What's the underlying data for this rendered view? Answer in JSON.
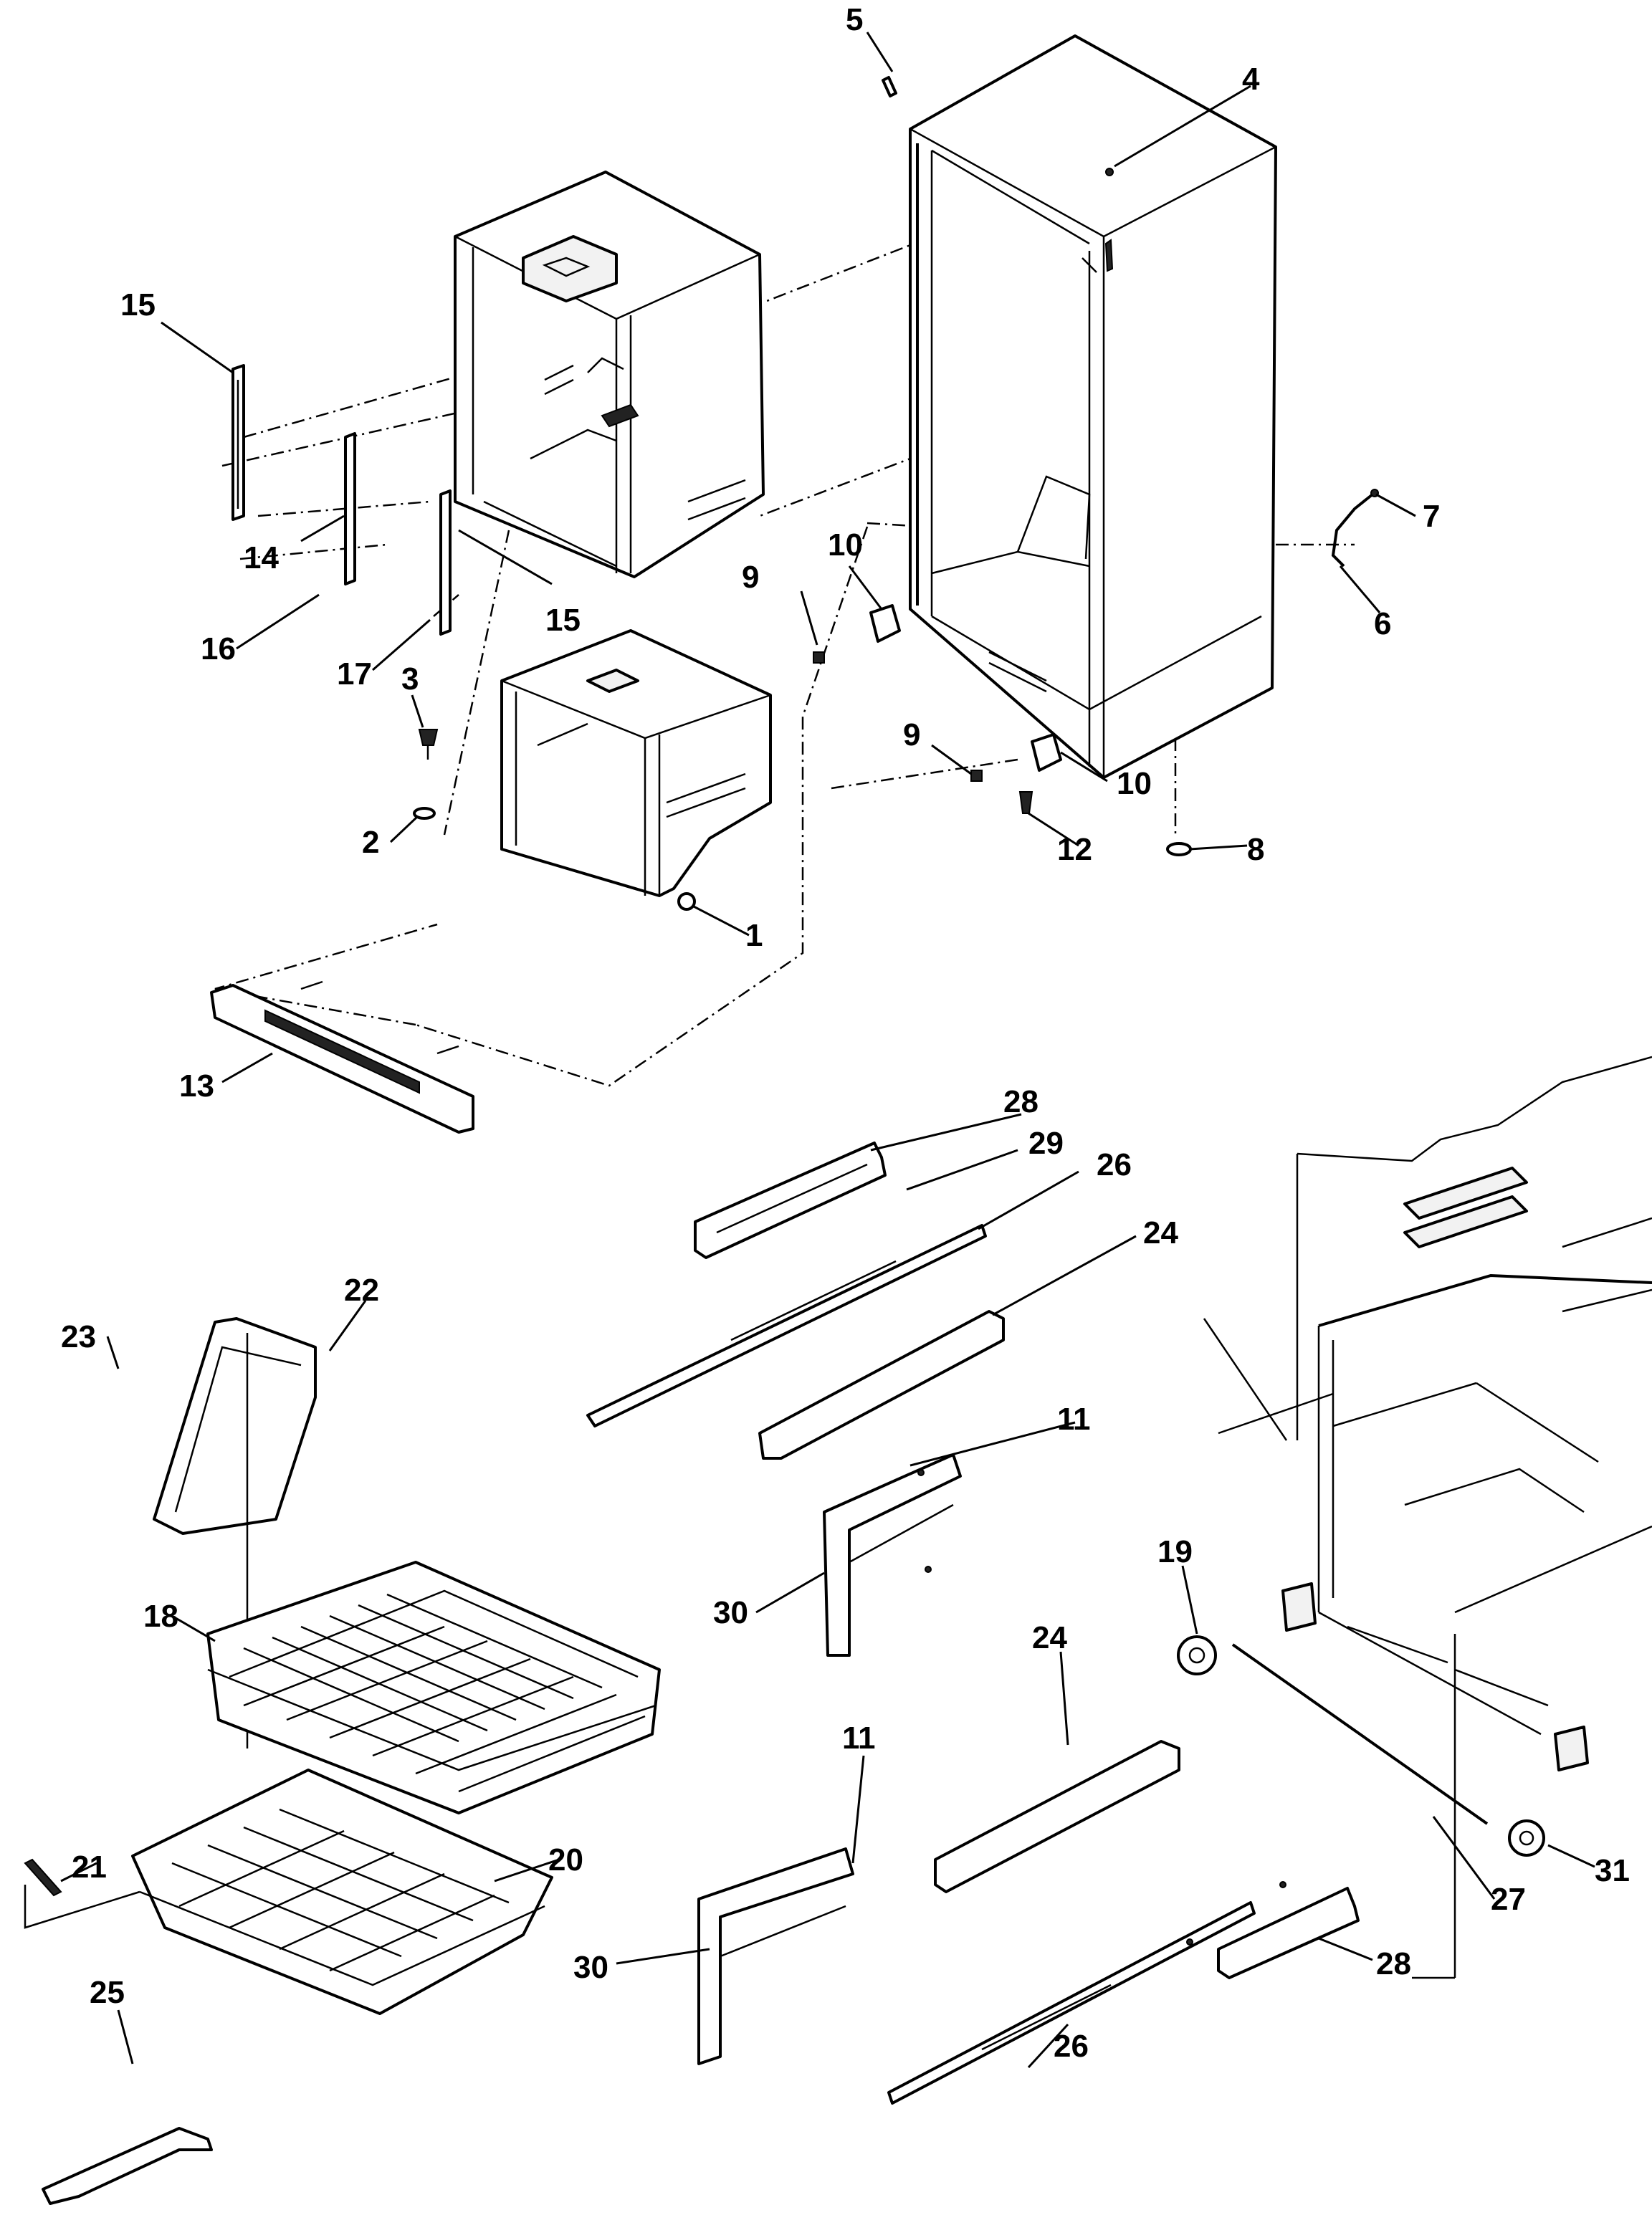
{
  "diagram": {
    "callouts": [
      {
        "id": "c5",
        "label": "5"
      },
      {
        "id": "c4",
        "label": "4"
      },
      {
        "id": "c15a",
        "label": "15"
      },
      {
        "id": "c14",
        "label": "14"
      },
      {
        "id": "c15b",
        "label": "15"
      },
      {
        "id": "c16",
        "label": "16"
      },
      {
        "id": "c17",
        "label": "17"
      },
      {
        "id": "c3",
        "label": "3"
      },
      {
        "id": "c2",
        "label": "2"
      },
      {
        "id": "c1",
        "label": "1"
      },
      {
        "id": "c9a",
        "label": "9"
      },
      {
        "id": "c10a",
        "label": "10"
      },
      {
        "id": "c9b",
        "label": "9"
      },
      {
        "id": "c10b",
        "label": "10"
      },
      {
        "id": "c12",
        "label": "12"
      },
      {
        "id": "c8",
        "label": "8"
      },
      {
        "id": "c7",
        "label": "7"
      },
      {
        "id": "c6",
        "label": "6"
      },
      {
        "id": "c13",
        "label": "13"
      },
      {
        "id": "c28a",
        "label": "28"
      },
      {
        "id": "c29",
        "label": "29"
      },
      {
        "id": "c26a",
        "label": "26"
      },
      {
        "id": "c24a",
        "label": "24"
      },
      {
        "id": "c11a",
        "label": "11"
      },
      {
        "id": "c30a",
        "label": "30"
      },
      {
        "id": "c23",
        "label": "23"
      },
      {
        "id": "c22",
        "label": "22"
      },
      {
        "id": "c18",
        "label": "18"
      },
      {
        "id": "c19",
        "label": "19"
      },
      {
        "id": "c24b",
        "label": "24"
      },
      {
        "id": "c11b",
        "label": "11"
      },
      {
        "id": "c20",
        "label": "20"
      },
      {
        "id": "c21",
        "label": "21"
      },
      {
        "id": "c30b",
        "label": "30"
      },
      {
        "id": "c31",
        "label": "31"
      },
      {
        "id": "c27",
        "label": "27"
      },
      {
        "id": "c28b",
        "label": "28"
      },
      {
        "id": "c25",
        "label": "25"
      },
      {
        "id": "c26b",
        "label": "26"
      }
    ]
  }
}
